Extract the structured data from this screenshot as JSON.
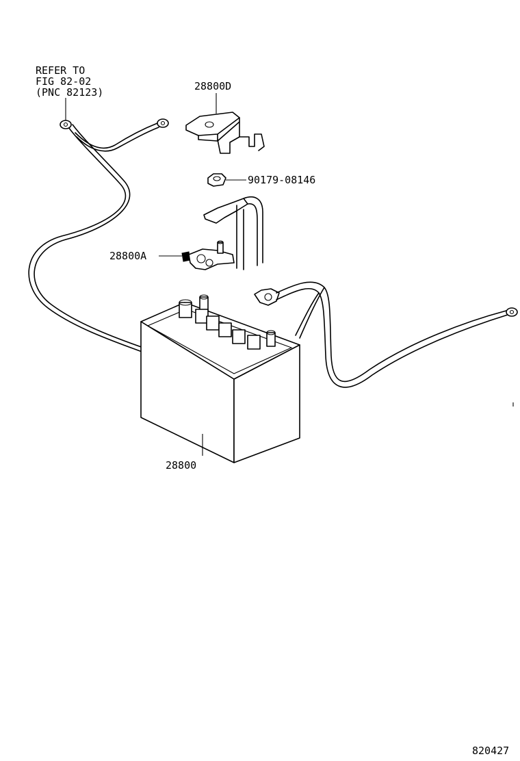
{
  "diagram": {
    "refer_note": [
      "REFER TO",
      "FIG 82-02",
      "(PNC 82123)"
    ],
    "labels": {
      "cover": "28800D",
      "nut": "90179-08146",
      "terminal": "28800A",
      "battery": "28800"
    },
    "figure_id": "820427"
  }
}
